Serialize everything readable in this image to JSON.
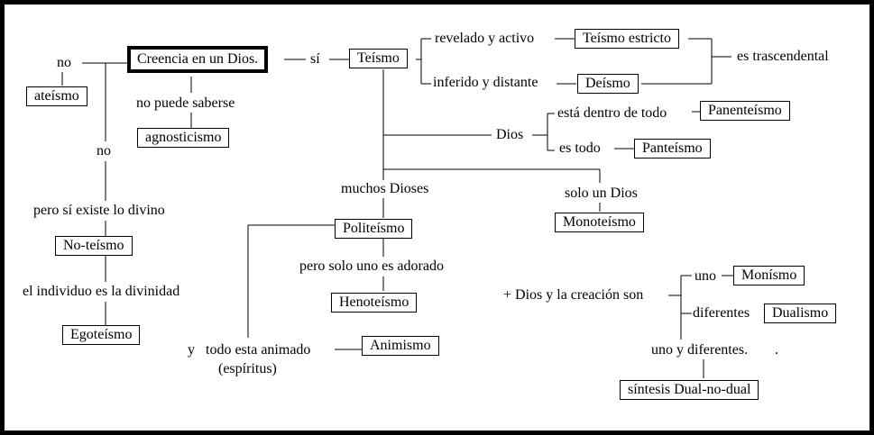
{
  "diagram": {
    "root": "Creencia en un Dios.",
    "nodes": {
      "ateismo": "ateísmo",
      "agnosticismo": "agnosticismo",
      "no_teismo": "No-teísmo",
      "egoteismo": "Egoteísmo",
      "teismo": "Teísmo",
      "teismo_estricto": "Teísmo estricto",
      "deismo": "Deísmo",
      "panenteismo": "Panenteísmo",
      "panteismo": "Panteísmo",
      "politeismo": "Politeísmo",
      "henoteismo": "Henoteísmo",
      "animismo": "Animismo",
      "monoteismo": "Monoteísmo",
      "monismo": "Monísmo",
      "dualismo": "Dualismo",
      "sintesis": "síntesis Dual-no-dual"
    },
    "labels": {
      "no_top": "no",
      "no_mid": "no",
      "si": "sí",
      "no_puede_saberse": "no puede saberse",
      "pero_si_existe": "pero sí existe lo divino",
      "individuo": "el individuo es la divinidad",
      "revelado": "revelado y activo",
      "inferido": "inferido y distante",
      "trascendental": "es trascendental",
      "dios": "Dios",
      "esta_dentro": "está dentro de todo",
      "es_todo": "es todo",
      "muchos_dioses": "muchos Dioses",
      "solo_un_dios": "solo un Dios",
      "solo_uno_adorado": "pero solo uno es adorado",
      "y": "y",
      "todo_animado": "todo esta animado",
      "espiritus": "(espíritus)",
      "dios_creacion": "+ Dios y la creación son",
      "uno": "uno",
      "diferentes": "diferentes",
      "uno_y_diferentes": "uno y diferentes.",
      "stray_dot": "."
    }
  }
}
